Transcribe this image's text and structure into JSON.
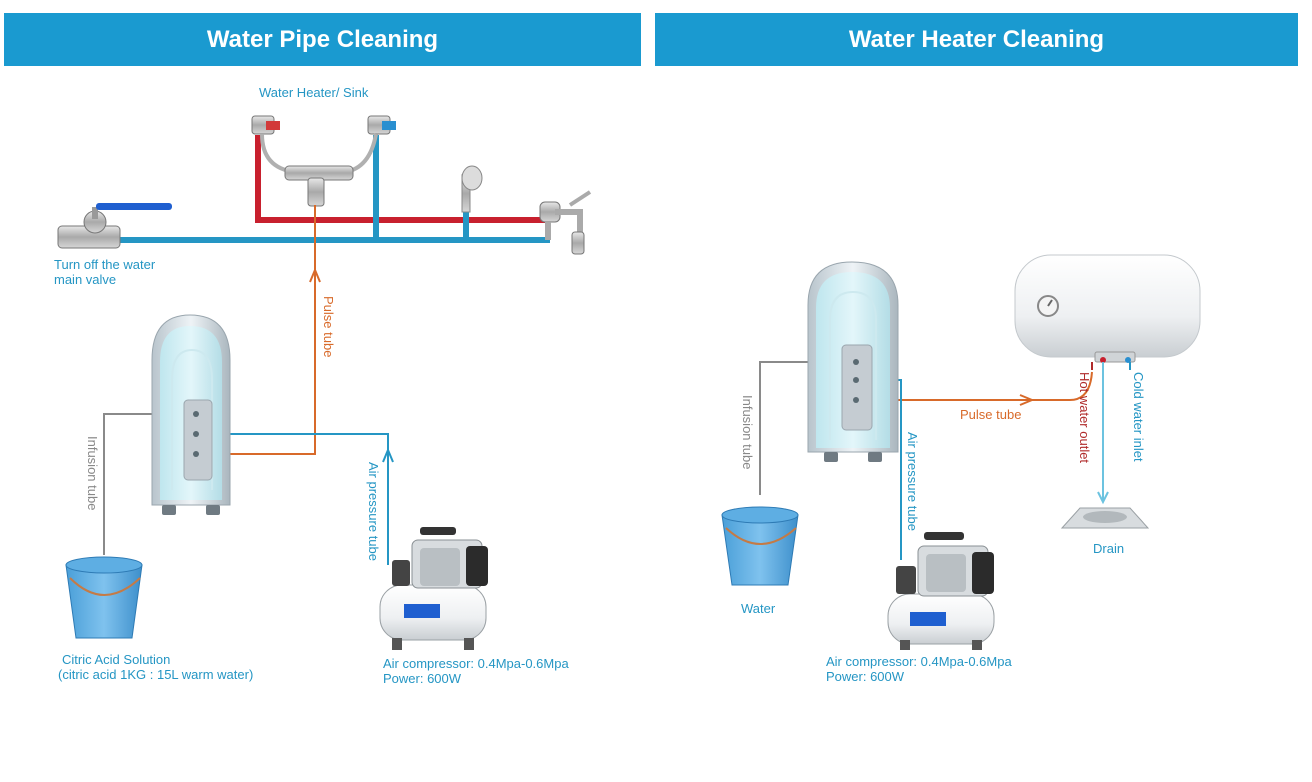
{
  "left_panel": {
    "title": "Water Pipe Cleaning",
    "labels": {
      "heater_sink": "Water Heater/ Sink",
      "valve_line1": "Turn off the water",
      "valve_line2": "main valve",
      "pulse_tube": "Pulse tube",
      "infusion_tube": "Infusion tube",
      "air_pressure_tube": "Air pressure  tube",
      "solution_line1": "Citric Acid Solution",
      "solution_line2": "(citric acid 1KG : 15L warm water)",
      "compressor_line1": "Air compressor: 0.4Mpa-0.6Mpa",
      "compressor_line2": "Power: 600W"
    }
  },
  "right_panel": {
    "title": "Water Heater Cleaning",
    "labels": {
      "infusion_tube": "Infusion tube",
      "air_pressure_tube": "Air pressure tube",
      "pulse_tube": "Pulse tube",
      "hot_water_outlet": "Hot water outlet",
      "cold_water_inlet": "Cold water inlet",
      "drain": "Drain",
      "water": "Water",
      "compressor_line1": "Air compressor: 0.4Mpa-0.6Mpa",
      "compressor_line2": "Power: 600W"
    }
  },
  "colors": {
    "banner": "#1a9ad0",
    "hot_pipe": "#c8202e",
    "cold_pipe": "#2596c4",
    "pulse_tube": "#d86a2a",
    "infusion_tube": "#8a8a8a",
    "air_tube": "#2596c4"
  }
}
